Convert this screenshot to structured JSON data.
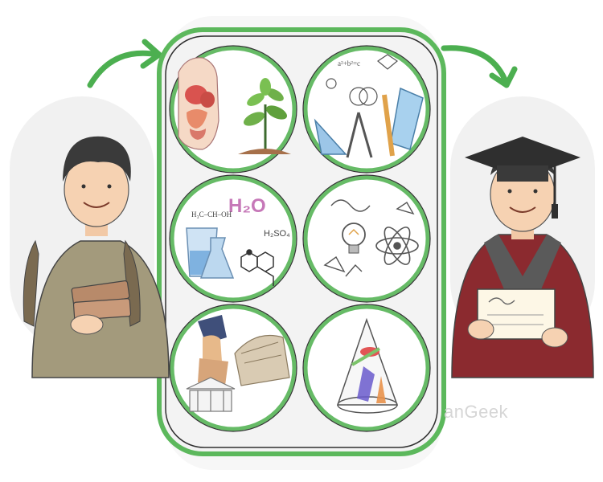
{
  "illustration": {
    "watermark_text": "anGeek",
    "flow": [
      "student",
      "subjects-panel",
      "graduate"
    ],
    "subjects": [
      {
        "id": "biology",
        "formula": ""
      },
      {
        "id": "geometry-tools",
        "formula": ""
      },
      {
        "id": "chemistry",
        "formula": "H2O",
        "formula_text": "H₂O",
        "formula2_text": "H₂SO₄"
      },
      {
        "id": "physics",
        "formula": ""
      },
      {
        "id": "history",
        "formula": ""
      },
      {
        "id": "conic-sections",
        "formula": ""
      }
    ],
    "colors": {
      "panel_border": "#5cb85c",
      "panel_fill": "#f3f3f3",
      "arrow": "#4caf50",
      "circle_border": "#66bb66",
      "student_shirt": "#a39a7c",
      "gown": "#8b2a2f",
      "gown_stole": "#5a5a5a",
      "cap": "#2f2f2f",
      "book": "#b88a6a"
    }
  }
}
